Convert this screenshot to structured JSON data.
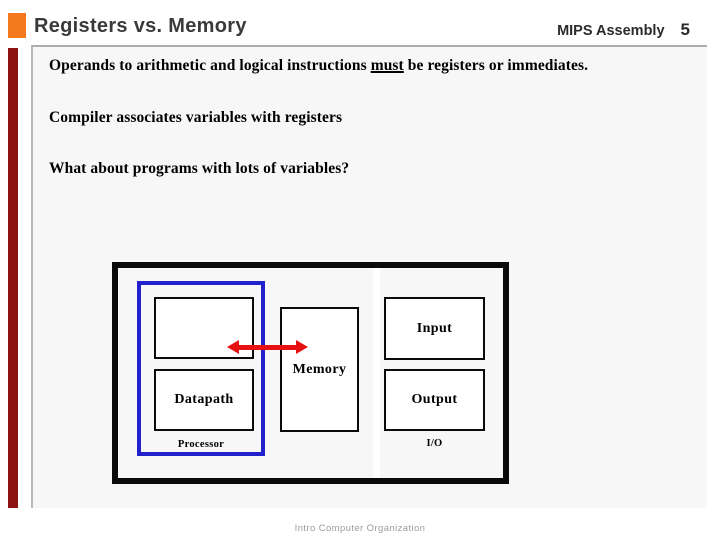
{
  "header": {
    "title": "Registers vs. Memory",
    "course": "MIPS Assembly",
    "slide_number": "5"
  },
  "bullets": [
    {
      "pre": "Operands to arithmetic and logical instructions ",
      "emph": "must",
      "post": " be registers or immediates."
    },
    {
      "pre": "Compiler associates variables with registers",
      "emph": "",
      "post": ""
    },
    {
      "pre": "What about programs with lots of variables?",
      "emph": "",
      "post": ""
    }
  ],
  "diagram": {
    "processor_label": "Processor",
    "datapath_label": "Datapath",
    "memory_label": "Memory",
    "input_label": "Input",
    "output_label": "Output",
    "io_label": "I/O",
    "arrow_icon": "double-headed-arrow-icon"
  },
  "footer": {
    "text": "Intro Computer Organization"
  },
  "colors": {
    "accent_orange": "#F4791D",
    "accent_dark_red": "#8C1212",
    "processor_border_blue": "#2222CC",
    "arrow_red": "#E61111",
    "panel_bg": "#F7F7F7",
    "border_gray": "#ACACAC"
  }
}
